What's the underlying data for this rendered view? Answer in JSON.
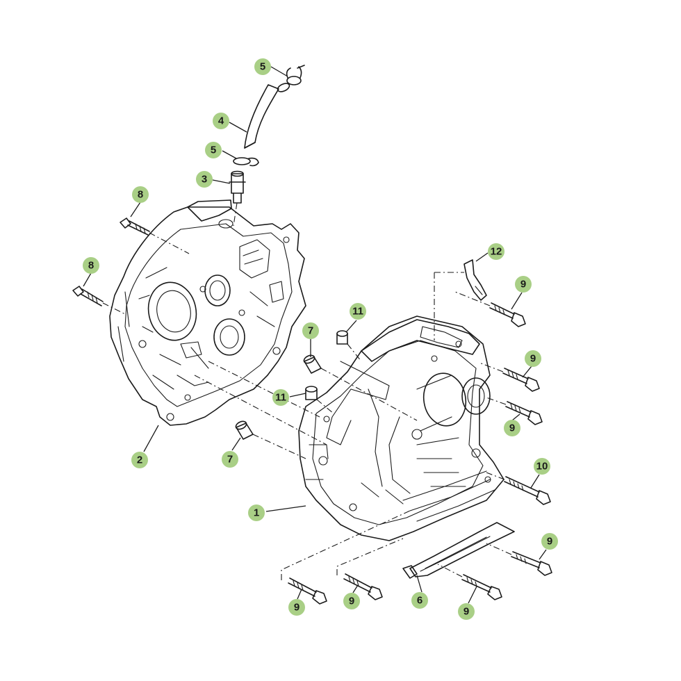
{
  "diagram": {
    "type": "exploded-parts-diagram",
    "subject": "crankcase",
    "callout_color": "#a9cf86",
    "line_color": "#1a1a1a",
    "background": "#ffffff"
  },
  "callouts": [
    {
      "id": "c-5-top",
      "label": "5"
    },
    {
      "id": "c-4",
      "label": "4"
    },
    {
      "id": "c-5-mid",
      "label": "5"
    },
    {
      "id": "c-3",
      "label": "3"
    },
    {
      "id": "c-8-a",
      "label": "8"
    },
    {
      "id": "c-8-b",
      "label": "8"
    },
    {
      "id": "c-12",
      "label": "12"
    },
    {
      "id": "c-9-a",
      "label": "9"
    },
    {
      "id": "c-11-a",
      "label": "11"
    },
    {
      "id": "c-7-a",
      "label": "7"
    },
    {
      "id": "c-9-b",
      "label": "9"
    },
    {
      "id": "c-11-b",
      "label": "11"
    },
    {
      "id": "c-9-c",
      "label": "9"
    },
    {
      "id": "c-2",
      "label": "2"
    },
    {
      "id": "c-7-b",
      "label": "7"
    },
    {
      "id": "c-10",
      "label": "10"
    },
    {
      "id": "c-1",
      "label": "1"
    },
    {
      "id": "c-9-d",
      "label": "9"
    },
    {
      "id": "c-9-e",
      "label": "9"
    },
    {
      "id": "c-9-f",
      "label": "9"
    },
    {
      "id": "c-6",
      "label": "6"
    },
    {
      "id": "c-9-g",
      "label": "9"
    }
  ]
}
